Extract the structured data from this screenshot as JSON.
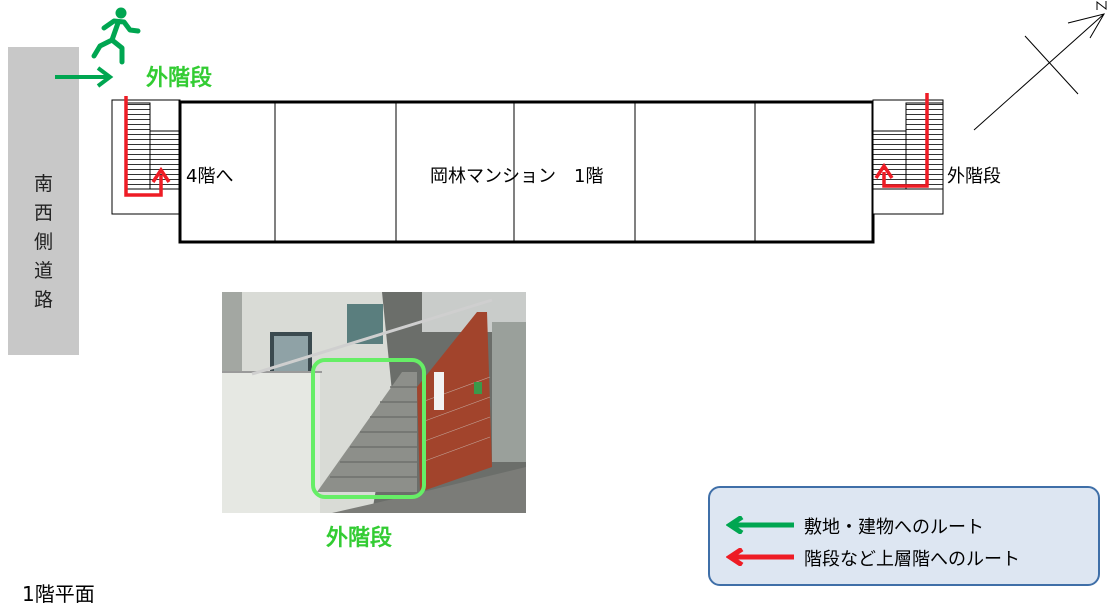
{
  "road_label": [
    "南",
    "西",
    "側",
    "道",
    "路"
  ],
  "labels": {
    "top_left_stairs": "外階段",
    "to_fourth_floor": "4階へ",
    "building_name": "岡林マンション　1階",
    "right_stairs": "外階段",
    "photo_caption": "外階段",
    "bottom_partial": "1階平面"
  },
  "legend": {
    "items": [
      {
        "label": "敷地・建物へのルート",
        "color": "#00a651"
      },
      {
        "label": "階段など上層階へのルート",
        "color": "#ee1c25"
      }
    ]
  },
  "icons": {
    "exit": "running-man-exit-icon",
    "north": "north-arrow-icon"
  },
  "colors": {
    "green_route": "#00a651",
    "red_route": "#ee1c25",
    "label_green": "#33cc33",
    "legend_bg": "#dde6f2",
    "legend_border": "#3f6fa8",
    "road": "#c8c8c8"
  }
}
